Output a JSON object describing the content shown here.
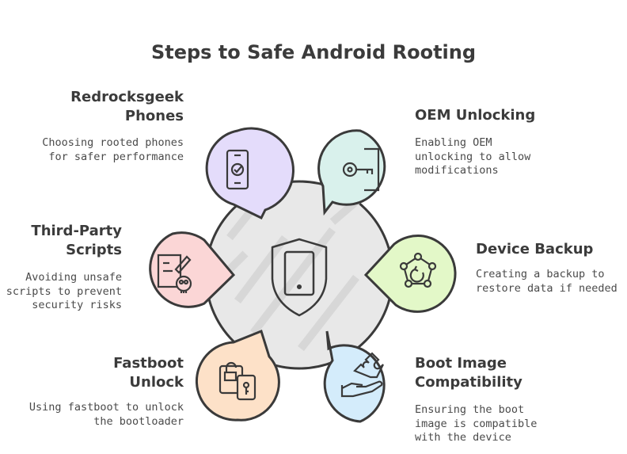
{
  "title": "Steps to Safe Android Rooting",
  "steps": [
    {
      "heading": "Redrocksgeek Phones",
      "description": "Choosing rooted phones for safer performance",
      "icon": "phone-check-icon",
      "color": "#e4dcfb"
    },
    {
      "heading": "OEM Unlocking",
      "description": "Enabling OEM unlocking to allow modifications",
      "icon": "key-door-icon",
      "color": "#d9f1ec"
    },
    {
      "heading": "Third-Party Scripts",
      "description": "Avoiding unsafe scripts to prevent security risks",
      "icon": "script-skull-icon",
      "color": "#fbd6d6"
    },
    {
      "heading": "Device Backup",
      "description": "Creating a backup to restore data if needed",
      "icon": "backup-network-icon",
      "color": "#e3f8c8"
    },
    {
      "heading": "Fastboot Unlock",
      "description": "Using fastboot to unlock the bootloader",
      "icon": "unlock-phone-icon",
      "color": "#fde1c8"
    },
    {
      "heading": "Boot Image Compatibility",
      "description": "Ensuring the boot image is compatible with the device",
      "icon": "puzzle-hand-icon",
      "color": "#d4ecfb"
    }
  ],
  "center_icon": "shield-phone-icon"
}
